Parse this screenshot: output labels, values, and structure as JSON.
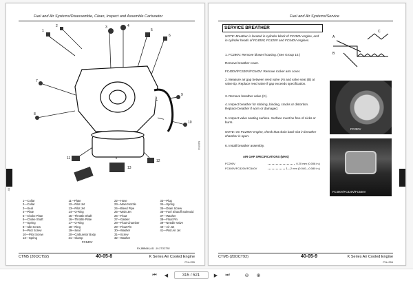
{
  "left_page": {
    "running_head": "Fuel and Air Systems/Disassemble, Clean, Inspect and Assemble Carburetor",
    "diagram_ref": "M86940",
    "side_label": "40",
    "legend": [
      [
        "1—Collar",
        "2—Collar",
        "3—Seal",
        "4—Plate",
        "5—Choke Plate",
        "6—Choke Shaft",
        "7—Spring",
        "8—Idle Screw",
        "9—Pilot Screw",
        "10—Pilot Screw",
        "13—Spring"
      ],
      [
        "11—Plate",
        "12—Pilot Jet",
        "13—Pilot Jet",
        "14—O-Ring",
        "15—Throttle Shaft",
        "16—Throttle Plate",
        "17—O-Ring",
        "18—Ring",
        "19—Seal",
        "20—Carburetor Body",
        "21—Clamp"
      ],
      [
        "22—Hose",
        "23—Main Nozzle",
        "24—Bleed Pipe",
        "25—Main Jet",
        "26—Float",
        "27—Gasket",
        "28—Float Chamber",
        "29—Float Pin",
        "30—Washer",
        "31—Screw",
        "32—Washer"
      ],
      [
        "33—Plug",
        "34—Spring",
        "35—Drain Screw",
        "36—Fuel Shutoff Solenoid",
        "37—Washer",
        "38—Float Pin",
        "39—Needle Valve",
        "40—Air Jet",
        "41—Pilot Air Jet",
        "",
        ""
      ]
    ],
    "figure_caption": "FC540V",
    "figure_ref": "RX,8BB640,A11 -19-27OCT92",
    "footer_left": "CTM5 (20OCT92)",
    "footer_center": "40-05-8",
    "footer_right": "K Series Air Cooled Engine",
    "footer_sub": "PN=255"
  },
  "right_page": {
    "running_head": "Fuel and Air Systems/Service",
    "section_title": "SERVICE BREATHER",
    "note1": "NOTE: Breather is located in cylinder block of FC290V engine, and in cylinder heads of FC400V, FC420V and FC540V engines.",
    "step1": "1. FC290V: Remove blower housing. (See Group 10.)",
    "step1b": "Remove breather cover.",
    "step1c": "FC400V/FC420V/FC540V: Remove rocker arm cover.",
    "step2": "2. Measure air gap between reed valve (A) and valve seat (B) at valve tip. Replace reed valve if gap exceeds specification.",
    "step3": "3. Remove breather valve (C).",
    "step4": "4. Inspect breather for sticking, binding, cracks or distortion. Replace breather if worn or damaged.",
    "step5": "5. Inspect valve seating surface. Surface must be free of nicks or burrs.",
    "note2": "NOTE: On FC290V engine, check that drain back slot in breather chamber is open.",
    "step6": "6. Install breather assembly.",
    "spec_title": "AIR GAP SPECIFICATIONS (MAX)",
    "spec_rows": [
      {
        "label": "FC290V",
        "value": "0.20 mm (0.008 in.)"
      },
      {
        "label": "FC400V/FC420V/FC540V",
        "value": "1—2 mm (0.040—0.080 in.)"
      }
    ],
    "photo1_caption": "FC290V",
    "photo2_caption": "FC400V/FC420V/FC540V",
    "footer_left": "CTM5 (20OCT92)",
    "footer_center": "40-05-9",
    "footer_right": "K Series Air Cooled Engine",
    "footer_sub": "PN=256"
  },
  "toolbar": {
    "page_current": "315",
    "page_total": "/ 521"
  }
}
